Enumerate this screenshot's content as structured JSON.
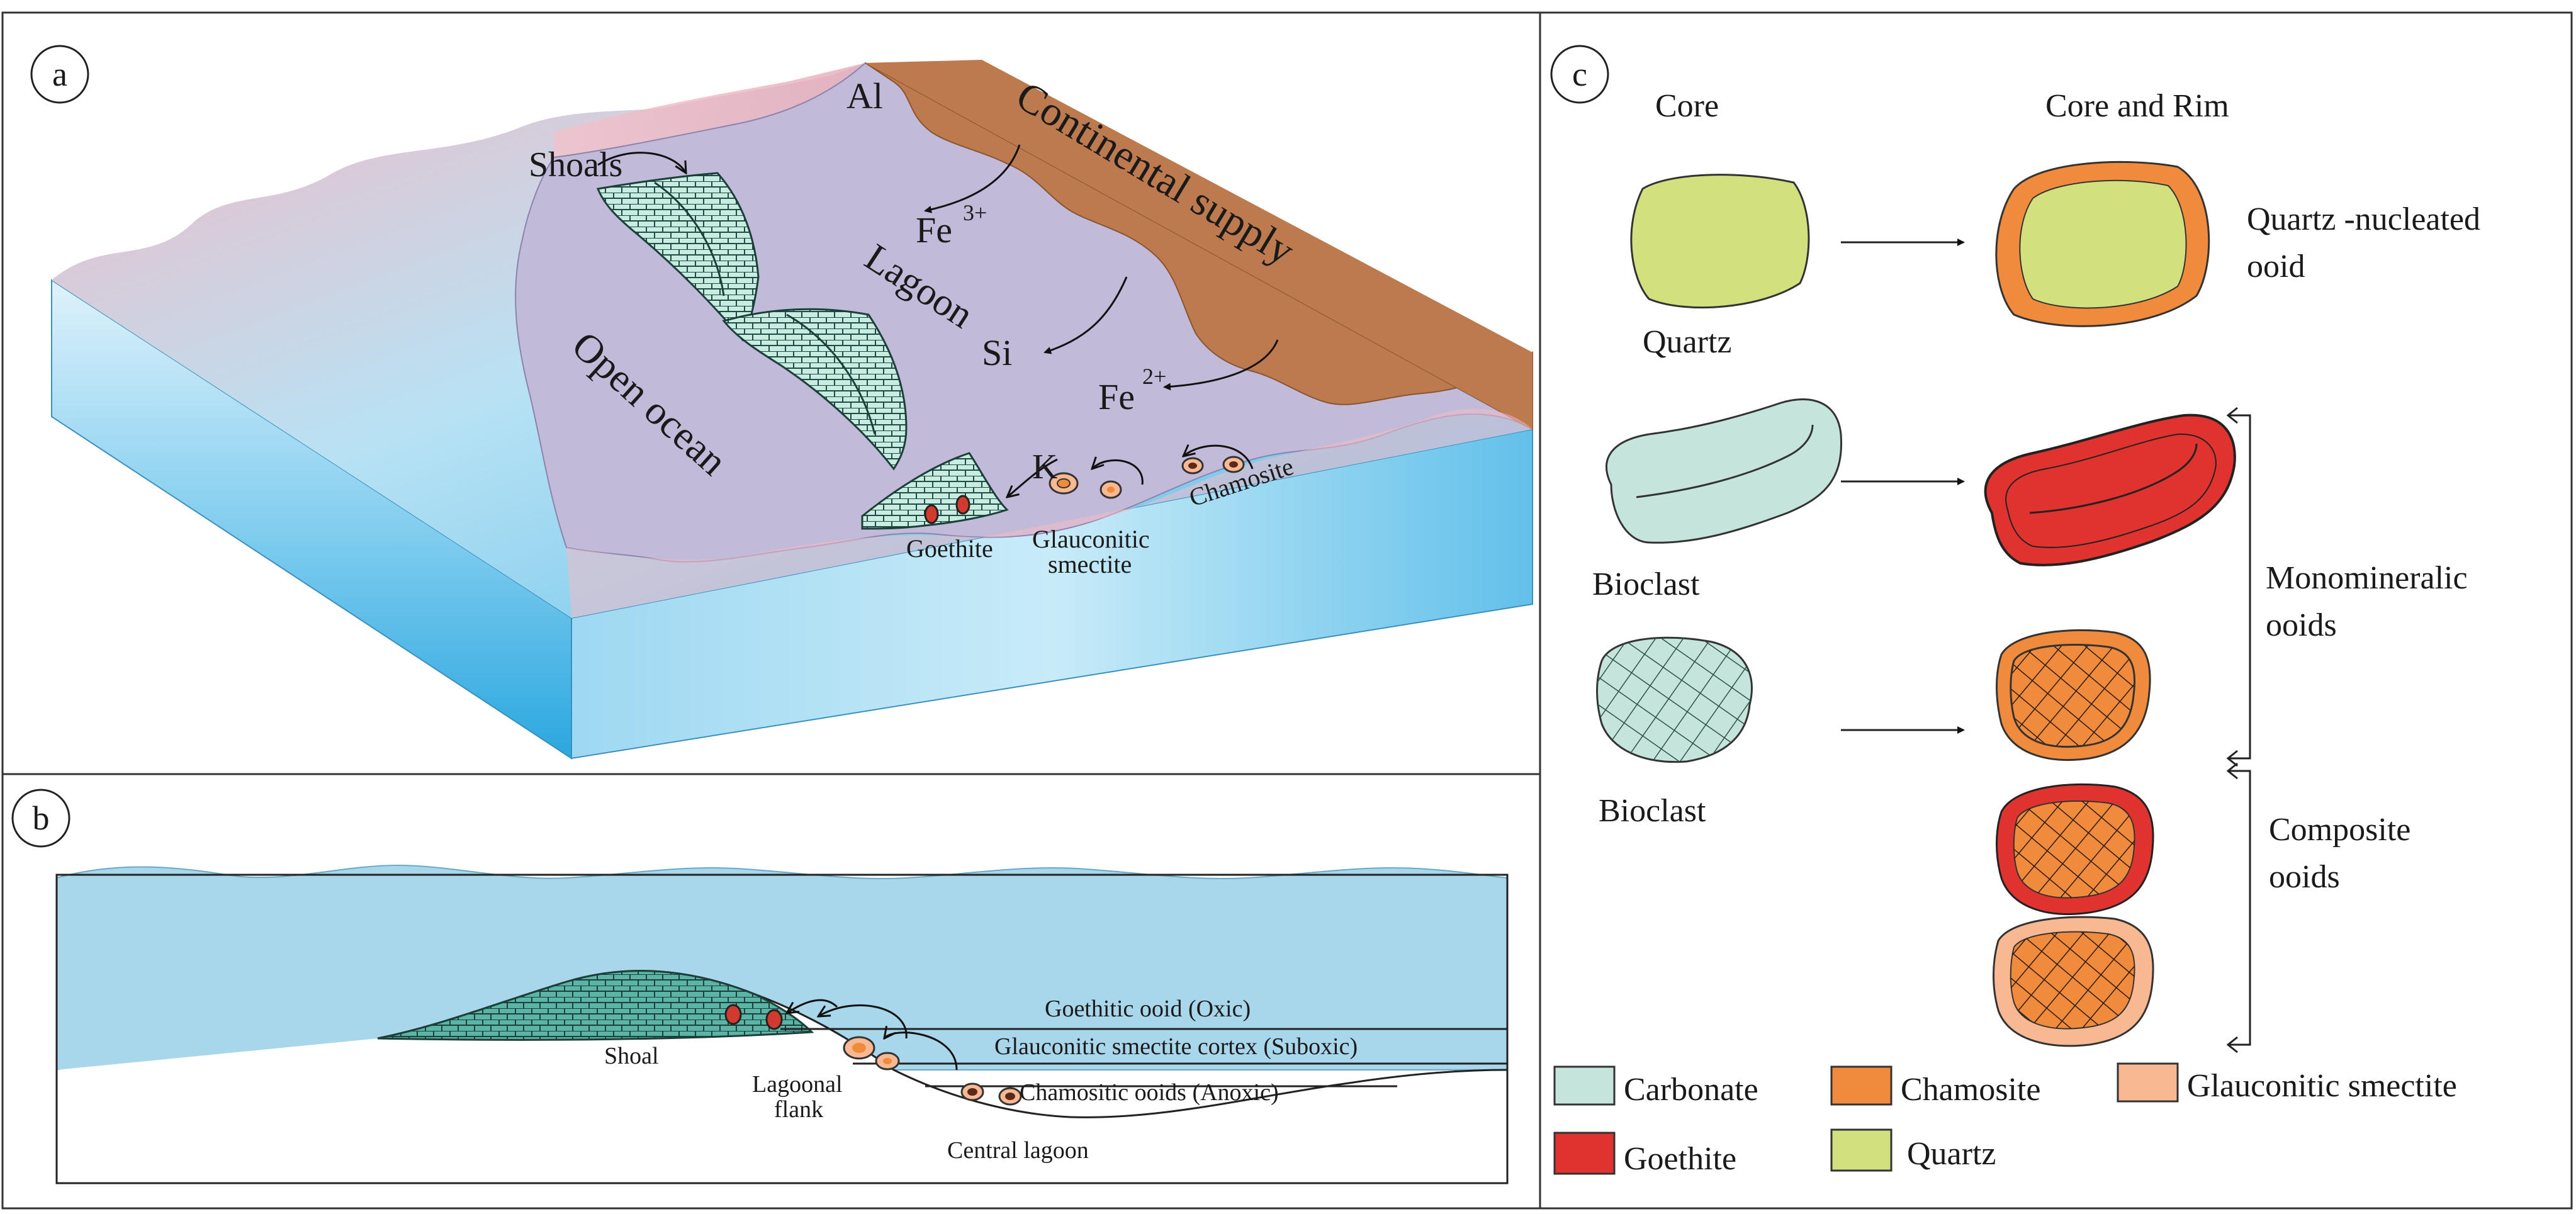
{
  "panel_a": {
    "letter": "a",
    "labels": {
      "shoals": "Shoals",
      "al": "Al",
      "fe3": "Fe",
      "fe3_sup": "3+",
      "lagoon": "Lagoon",
      "continental_supply": "Continental supply",
      "si": "Si",
      "fe2": "Fe",
      "fe2_sup": "2+",
      "open_ocean": "Open ocean",
      "k": "K",
      "chamosite": "Chamosite",
      "goethite": "Goethite",
      "glauconitic": "Glauconitic",
      "smectite": "smectite"
    }
  },
  "panel_b": {
    "letter": "b",
    "labels": {
      "goethitic": "Goethitic ooid (Oxic)",
      "glauconitic_cortex": "Glauconitic smectite cortex (Suboxic)",
      "chamositic": "Chamositic ooids (Anoxic)",
      "shoal": "Shoal",
      "lagoonal": "Lagoonal",
      "flank": "flank",
      "central_lagoon": "Central lagoon"
    }
  },
  "panel_c": {
    "letter": "c",
    "headers": {
      "core": "Core",
      "core_rim": "Core and Rim"
    },
    "labels": {
      "quartz": "Quartz",
      "bioclast1": "Bioclast",
      "bioclast2": "Bioclast",
      "quartz_nucleated": "Quartz -nucleated",
      "ooid": "ooid",
      "monomineralic": "Monomineralic",
      "monomineralic_ooids": "ooids",
      "composite": "Composite",
      "composite_ooids": "ooids"
    },
    "legend": [
      {
        "label": "Carbonate",
        "color": "#c5e5dc"
      },
      {
        "label": "Chamosite",
        "color": "#f08a3c"
      },
      {
        "label": "Glauconitic smectite",
        "color": "#f7b892"
      },
      {
        "label": "Goethite",
        "color": "#e0322e"
      },
      {
        "label": "Quartz",
        "color": "#d3e07e"
      }
    ]
  },
  "colors": {
    "lagoon_fill": "#c2bad9",
    "land_fill": "#bc7a4e",
    "water": "#a8d6ea",
    "water_deep": "#41b2e2",
    "carbonate_shoal": "#5ab5a6",
    "carbonate_light": "#c8ece0"
  }
}
